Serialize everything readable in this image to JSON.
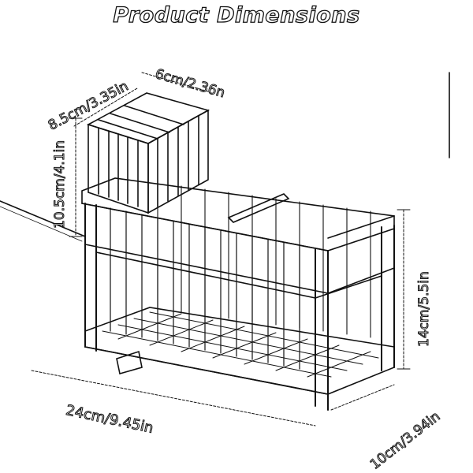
{
  "title": "Product Dimensions",
  "dimensions": {
    "basket_depth": "8.5cm/3.35in",
    "basket_width": "6cm/2.36n",
    "basket_height": "10.5cm/4.1in",
    "rack_height": "14cm/5.5in",
    "rack_length": "24cm/9.45in",
    "rack_depth": "10cm/3.94in"
  },
  "colors": {
    "line": "#111111",
    "background": "#ffffff"
  }
}
